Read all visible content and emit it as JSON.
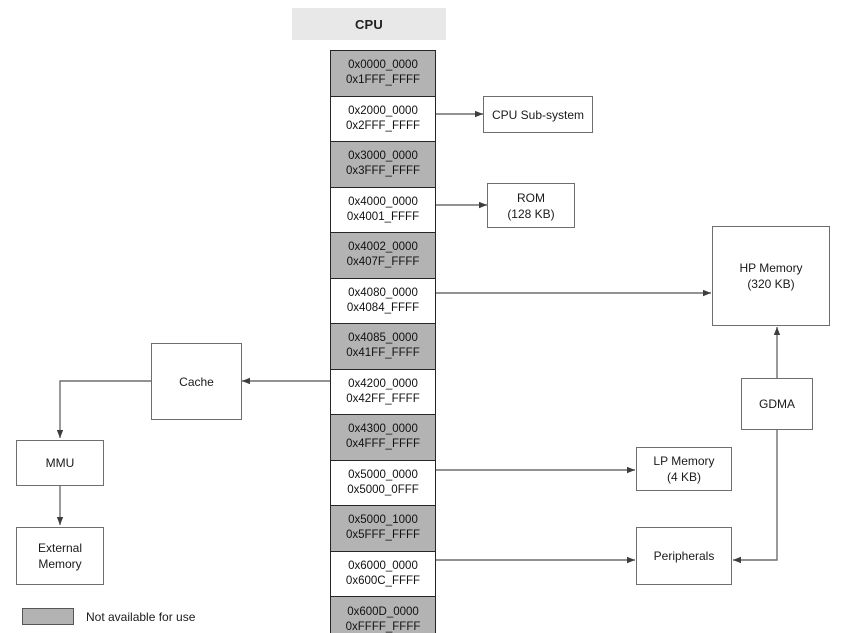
{
  "diagram": {
    "title": "CPU",
    "legend": {
      "swatch_color": "#b3b3b3",
      "label": "Not available for use"
    },
    "colors": {
      "blocked_fill": "#b3b3b3",
      "available_fill": "#ffffff",
      "header_fill": "#e8e8e8",
      "stack_border": "#262626",
      "box_border": "#6e6e6e",
      "wire": "#6e6e6e"
    }
  },
  "address_map": {
    "rows": [
      {
        "start": "0x0000_0000",
        "end": "0x1FFF_FFFF",
        "available": false
      },
      {
        "start": "0x2000_0000",
        "end": "0x2FFF_FFFF",
        "available": true
      },
      {
        "start": "0x3000_0000",
        "end": "0x3FFF_FFFF",
        "available": false
      },
      {
        "start": "0x4000_0000",
        "end": "0x4001_FFFF",
        "available": true
      },
      {
        "start": "0x4002_0000",
        "end": "0x407F_FFFF",
        "available": false
      },
      {
        "start": "0x4080_0000",
        "end": "0x4084_FFFF",
        "available": true
      },
      {
        "start": "0x4085_0000",
        "end": "0x41FF_FFFF",
        "available": false
      },
      {
        "start": "0x4200_0000",
        "end": "0x42FF_FFFF",
        "available": true
      },
      {
        "start": "0x4300_0000",
        "end": "0x4FFF_FFFF",
        "available": false
      },
      {
        "start": "0x5000_0000",
        "end": "0x5000_0FFF",
        "available": true
      },
      {
        "start": "0x5000_1000",
        "end": "0x5FFF_FFFF",
        "available": false
      },
      {
        "start": "0x6000_0000",
        "end": "0x600C_FFFF",
        "available": true
      },
      {
        "start": "0x600D_0000",
        "end": "0xFFFF_FFFF",
        "available": false
      }
    ]
  },
  "blocks": {
    "cpu_subsystem": {
      "title": "CPU Sub-system",
      "subtitle": ""
    },
    "rom": {
      "title": "ROM",
      "subtitle": "(128 KB)"
    },
    "hp_memory": {
      "title": "HP Memory",
      "subtitle": "(320 KB)"
    },
    "lp_memory": {
      "title": "LP Memory",
      "subtitle": "(4 KB)"
    },
    "peripherals": {
      "title": "Peripherals",
      "subtitle": ""
    },
    "gdma": {
      "title": "GDMA",
      "subtitle": ""
    },
    "cache": {
      "title": "Cache",
      "subtitle": ""
    },
    "mmu": {
      "title": "MMU",
      "subtitle": ""
    },
    "external_memory": {
      "title": "External",
      "subtitle": "Memory"
    }
  }
}
